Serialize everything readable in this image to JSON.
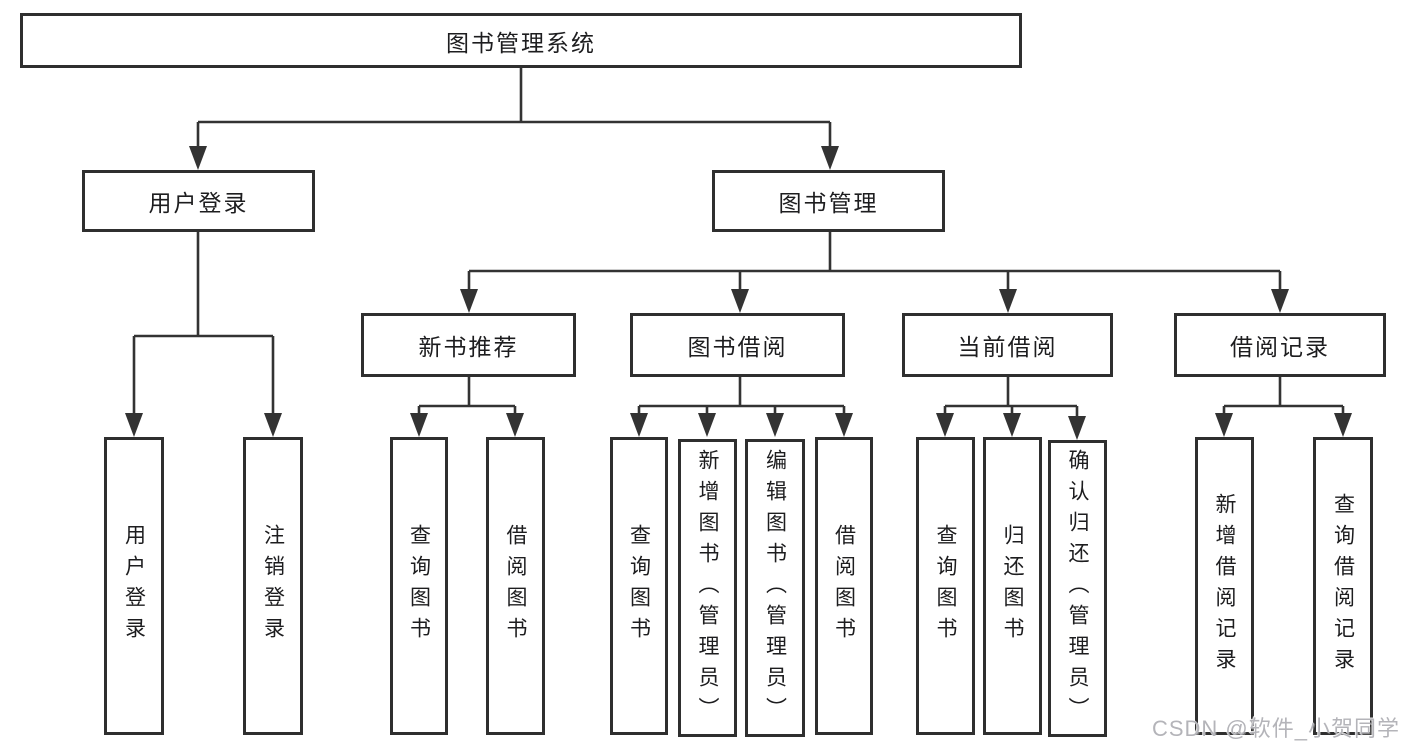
{
  "diagram": {
    "root": {
      "label": "图书管理系统"
    },
    "branches": [
      {
        "label": "用户登录",
        "children": [
          {
            "label": "用户登录"
          },
          {
            "label": "注销登录"
          }
        ]
      },
      {
        "label": "图书管理",
        "children": [
          {
            "label": "新书推荐",
            "children": [
              {
                "label": "查询图书"
              },
              {
                "label": "借阅图书"
              }
            ]
          },
          {
            "label": "图书借阅",
            "children": [
              {
                "label": "查询图书"
              },
              {
                "label": "新增图书（管理员）"
              },
              {
                "label": "编辑图书（管理员）"
              },
              {
                "label": "借阅图书"
              }
            ]
          },
          {
            "label": "当前借阅",
            "children": [
              {
                "label": "查询图书"
              },
              {
                "label": "归还图书"
              },
              {
                "label": "确认归还（管理员）"
              }
            ]
          },
          {
            "label": "借阅记录",
            "children": [
              {
                "label": "新增借阅记录"
              },
              {
                "label": "查询借阅记录"
              }
            ]
          }
        ]
      }
    ]
  },
  "watermark": {
    "text": "CSDN @软件_小贺同学"
  },
  "colors": {
    "line": "#333333",
    "border": "#2f2f2f",
    "watermark": "#b4b4b9"
  }
}
